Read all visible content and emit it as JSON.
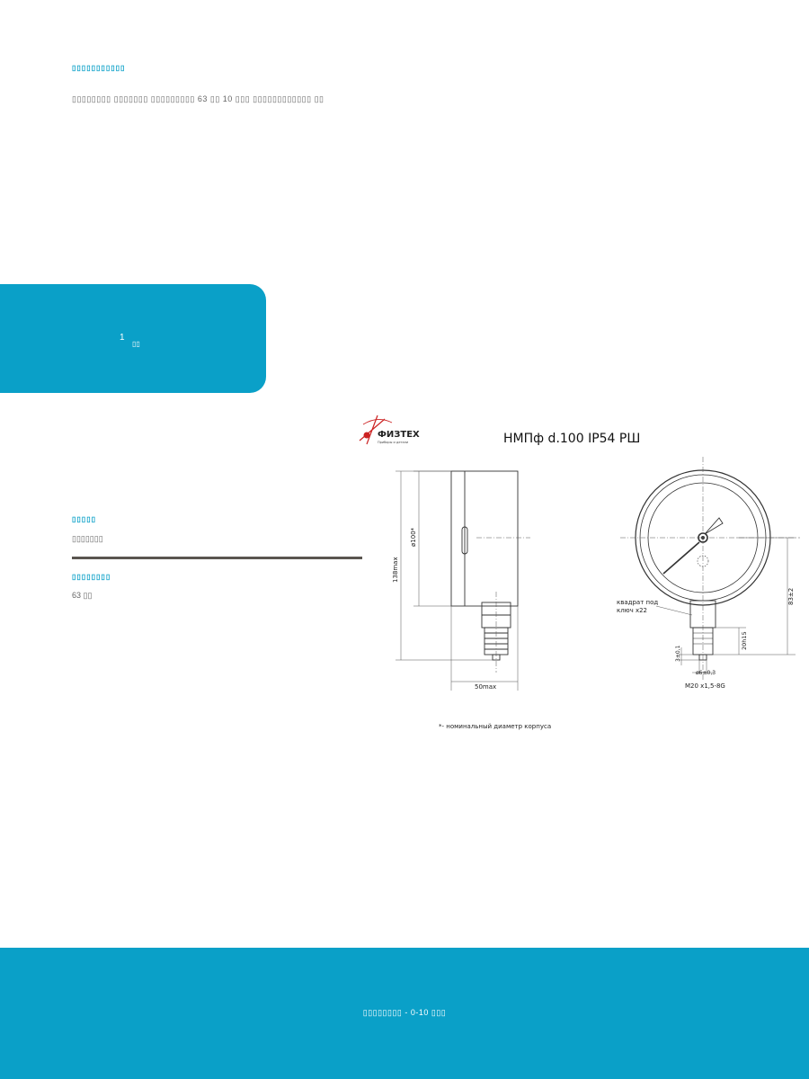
{
  "header": {
    "section_title": "▯▯▯▯▯▯▯▯▯▯▯",
    "description": "▯▯▯▯▯▯▯▯ ▯▯▯▯▯▯▯ ▯▯▯▯▯▯▯▯▯ 63 ▯▯ 10 ▯▯▯ ▯▯▯▯▯▯▯▯▯▯▯▯ ▯▯"
  },
  "quantity_card": {
    "value": "1",
    "unit": "▯▯"
  },
  "specs": [
    {
      "label": "▯▯▯▯▯",
      "value": "▯▯▯▯▯▯▯"
    },
    {
      "label": "▯▯▯▯▯▯▯▯",
      "value": "63 ▯▯"
    }
  ],
  "drawing": {
    "brand": "ФИЗТЕХ",
    "brand_sub": "Приборы и детали",
    "title": "НМПф d.100 IP54 РШ",
    "dim_height": "138max",
    "dim_diameter": "ø100*",
    "dim_width": "50max",
    "dim_83": "83±2",
    "dim_20": "20h15",
    "dim_3": "3±0,1",
    "dim_6": "ø6±0,3",
    "thread": "M20 x1,5-8G",
    "wrench_note_line1": "квадрат под",
    "wrench_note_line2": "ключ х22",
    "footnote": "*- номинальный диаметр корпуса"
  },
  "footer": {
    "text": "▯▯▯▯▯▯▯▯ - 0-10 ▯▯▯"
  },
  "colors": {
    "accent": "#0aa0c8",
    "divider": "#5a5550"
  }
}
